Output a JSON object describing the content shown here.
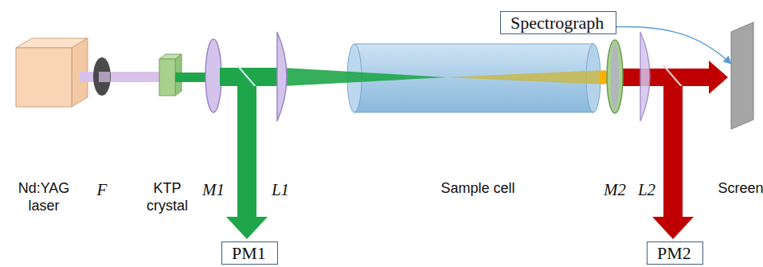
{
  "diagram": {
    "nodes": [
      {
        "text": [
          "Spectrograph"
        ]
      },
      {
        "text": [
          "PM1"
        ]
      },
      {
        "text": [
          "PM2"
        ]
      }
    ],
    "labels": [
      "Nd:YAG laser",
      "F",
      "KTP crystal",
      "M1",
      "L1",
      "Sample cell",
      "M2",
      "L2",
      "Screen"
    ]
  }
}
